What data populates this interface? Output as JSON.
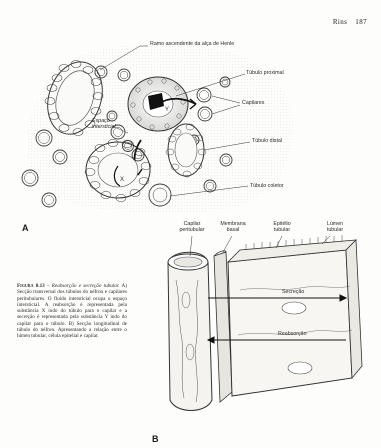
{
  "running_head": {
    "section": "Rins",
    "page": "187"
  },
  "panel_a": {
    "letter": "A",
    "labels": {
      "henle_ascending": "Ramo ascendente da alça de Henle",
      "proximal_tubule": "Túbulo proximal",
      "capillaries": "Capilares",
      "interstitial_space_line1": "Espaço",
      "interstitial_space_line2": "intersticial",
      "distal_tubule": "Túbulo distal",
      "collecting_tubule": "Túbulo coletor",
      "substance_x": "X",
      "substance_y": "Y"
    }
  },
  "panel_b": {
    "letter": "B",
    "labels": {
      "peritubular_capillary_line1": "Capilar",
      "peritubular_capillary_line2": "peritubular",
      "basal_membrane_line1": "Membrana",
      "basal_membrane_line2": "basal",
      "tubular_epithelium_line1": "Epitélio",
      "tubular_epithelium_line2": "tubular",
      "tubular_lumen_line1": "Lúmen",
      "tubular_lumen_line2": "tubular",
      "secretion": "Secreção",
      "reabsorption": "Reabsorção"
    }
  },
  "caption": {
    "label": "Figura 8.13",
    "dash": " – ",
    "title": "Reabsorção e secreção tubular.",
    "body": " A) Secção transversal dos túbulos do néfron e capilares peritubulares. O fluido intersticial ocupa o espaço intersticial. A reabsorção é representada pela substância X indo do túbulo para o capilar e a secreção é representada pela substância Y indo do capilar para o túbulo. B) Secção longitudinal de túbulo do néfron. Apresentando a relação entre o lúmen tubular, célula epitelial e capilar."
  }
}
